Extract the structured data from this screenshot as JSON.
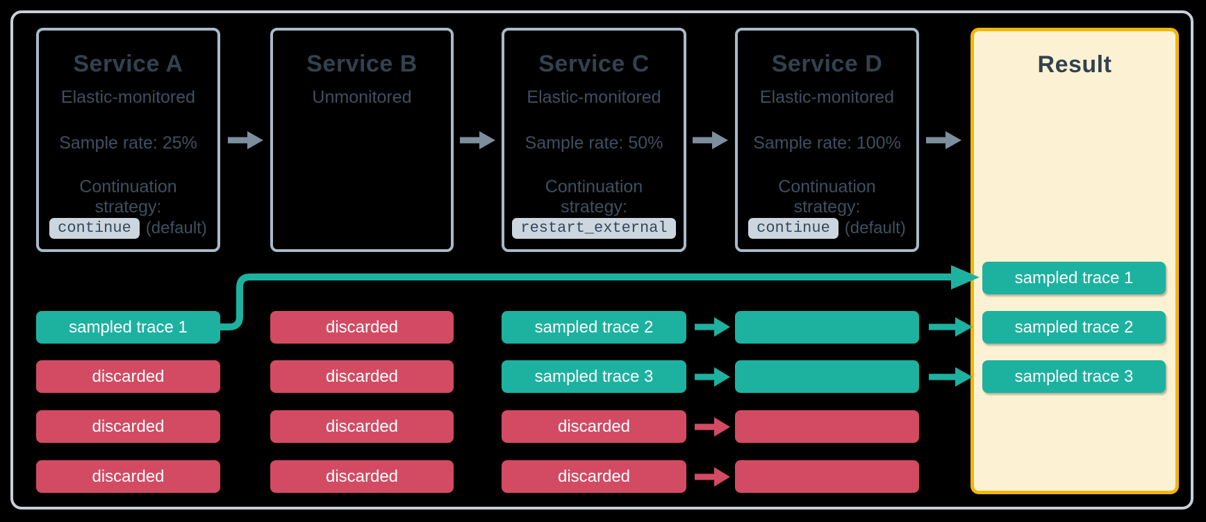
{
  "colors": {
    "background": "#000000",
    "outer_border": "#c7d0d9",
    "service_border": "#a9bbc9",
    "title_text": "#31424f",
    "body_text": "#3e5060",
    "chip_bg": "#ccd6df",
    "chip_text": "#35475a",
    "arrow_gray": "#7d8e9d",
    "teal": "#1db2a0",
    "red": "#d24b63",
    "pill_text": "#ffffff",
    "result_border": "#f2b705",
    "result_bg": "#fcf2d3"
  },
  "services": [
    {
      "title": "Service A",
      "monitoring": "Elastic-monitored",
      "sample_rate": "Sample rate: 25%",
      "strategy_line1": "Continuation",
      "strategy_line2": "strategy:",
      "strategy_value": "continue",
      "strategy_suffix": "(default)"
    },
    {
      "title": "Service B",
      "monitoring": "Unmonitored"
    },
    {
      "title": "Service C",
      "monitoring": "Elastic-monitored",
      "sample_rate": "Sample rate: 50%",
      "strategy_line1": "Continuation",
      "strategy_line2": "strategy:",
      "strategy_value": "restart_external",
      "strategy_suffix": ""
    },
    {
      "title": "Service D",
      "monitoring": "Elastic-monitored",
      "sample_rate": "Sample rate: 100%",
      "strategy_line1": "Continuation",
      "strategy_line2": "strategy:",
      "strategy_value": "continue",
      "strategy_suffix": "(default)"
    }
  ],
  "columns": [
    {
      "service": "Service A",
      "pills": [
        {
          "label": "sampled trace 1",
          "type": "sampled"
        },
        {
          "label": "discarded",
          "type": "discarded"
        },
        {
          "label": "discarded",
          "type": "discarded"
        },
        {
          "label": "discarded",
          "type": "discarded"
        }
      ]
    },
    {
      "service": "Service B",
      "pills": [
        {
          "label": "discarded",
          "type": "discarded"
        },
        {
          "label": "discarded",
          "type": "discarded"
        },
        {
          "label": "discarded",
          "type": "discarded"
        },
        {
          "label": "discarded",
          "type": "discarded"
        }
      ]
    },
    {
      "service": "Service C",
      "pills": [
        {
          "label": "sampled trace 2",
          "type": "sampled"
        },
        {
          "label": "sampled trace 3",
          "type": "sampled"
        },
        {
          "label": "discarded",
          "type": "discarded"
        },
        {
          "label": "discarded",
          "type": "discarded"
        }
      ]
    },
    {
      "service": "Service D",
      "pills": [
        {
          "label": "",
          "type": "sampled"
        },
        {
          "label": "",
          "type": "sampled"
        },
        {
          "label": "",
          "type": "discarded"
        },
        {
          "label": "",
          "type": "discarded"
        }
      ]
    }
  ],
  "result": {
    "title": "Result",
    "pills": [
      {
        "label": "sampled trace 1",
        "type": "sampled"
      },
      {
        "label": "sampled trace 2",
        "type": "sampled"
      },
      {
        "label": "sampled trace 3",
        "type": "sampled"
      }
    ]
  }
}
